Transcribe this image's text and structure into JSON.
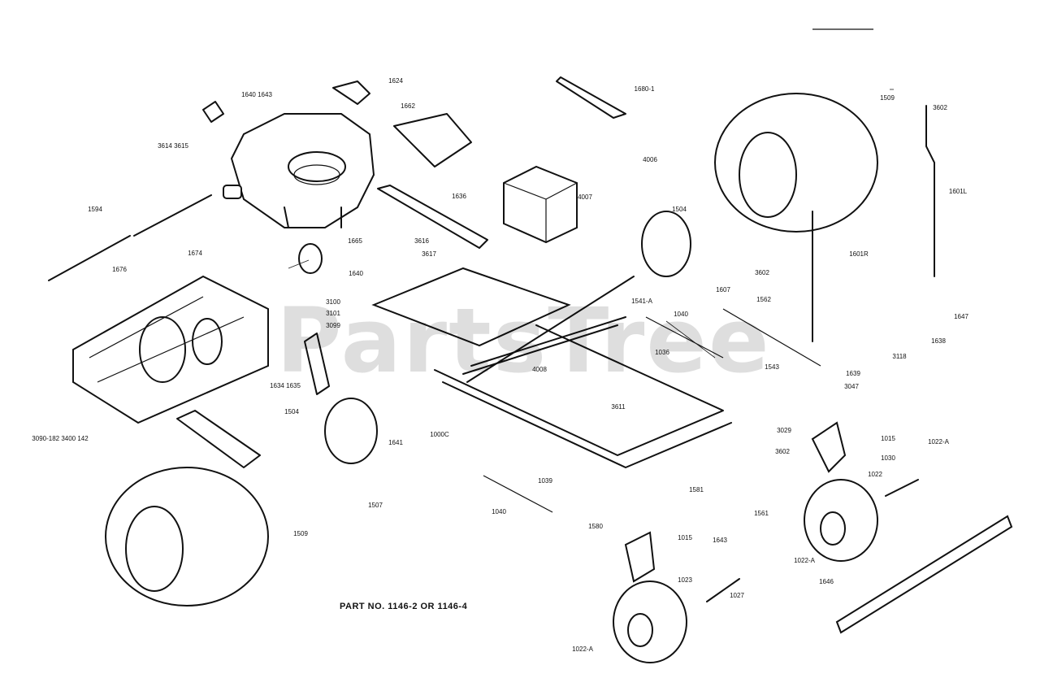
{
  "watermark": "PartsTree",
  "caption": "PART NO. 1146-2 OR 1146-4",
  "labels": {
    "p1680_1": "1680-1",
    "p1624": "1624",
    "p1640_1643": "1640 1643",
    "p1662": "1662",
    "p3614_3615": "3614 3615",
    "p1509_top": "1509",
    "p3602_top": "3602",
    "p1594": "1594",
    "p1636": "1636",
    "p4006": "4006",
    "p4007": "4007",
    "p1601L": "1601L",
    "p1676": "1676",
    "p1674": "1674",
    "p1665": "1665",
    "p3616": "3616",
    "p3617": "3617",
    "p1504_r": "1504",
    "p1607_r": "1607",
    "p3602_mid": "3602",
    "p1601R": "1601R",
    "p1640_b": "1640",
    "p3100": "3100",
    "p3101": "3101",
    "p3099": "3099",
    "p1541A": "1541-A",
    "p1040_a": "1040",
    "p1562": "1562",
    "p1647": "1647",
    "p1638": "1638",
    "p3118": "3118",
    "p1639": "1639",
    "p1036": "1036",
    "p1543": "1543",
    "p3047": "3047",
    "p4008": "4008",
    "p1634_1635": "1634 1635",
    "p3611": "3611",
    "p1015_r": "1015",
    "p1022A_top": "1022-A",
    "p3029": "3029",
    "p3090_3400": "3090-182 3400 142",
    "p1504_l": "1504",
    "p1641": "1641",
    "p1000C": "1000C",
    "p3602_low": "3602",
    "p1030": "1030",
    "p1022_r": "1022",
    "p1507": "1507",
    "p1039": "1039",
    "p1581": "1581",
    "p1509_l": "1509",
    "p1040_b": "1040",
    "p1580": "1580",
    "p1643": "1643",
    "p1561": "1561",
    "p1015_l": "1015",
    "p1022A_mid": "1022-A",
    "p1023": "1023",
    "p1027": "1027",
    "p1646": "1646",
    "p1022A_bot": "1022-A"
  }
}
